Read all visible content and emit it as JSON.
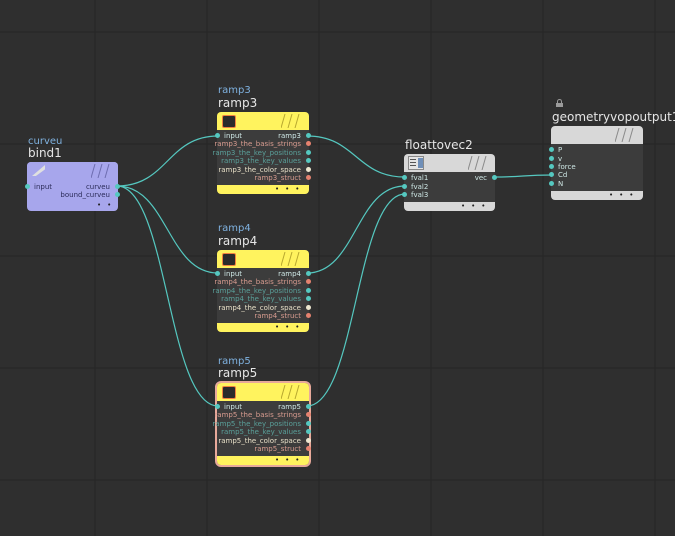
{
  "nodes": {
    "bind1": {
      "type": "curveu",
      "name": "bind1",
      "inputs": [
        "input"
      ],
      "outputs": [
        "curveu",
        "bound_curveu"
      ]
    },
    "ramp3": {
      "type": "ramp3",
      "name": "ramp3",
      "input": "input",
      "outputs": [
        "ramp3",
        "ramp3_the_basis_strings",
        "ramp3_the_key_positions",
        "ramp3_the_key_values",
        "ramp3_the_color_space",
        "ramp3_struct"
      ]
    },
    "ramp4": {
      "type": "ramp4",
      "name": "ramp4",
      "input": "input",
      "outputs": [
        "ramp4",
        "ramp4_the_basis_strings",
        "ramp4_the_key_positions",
        "ramp4_the_key_values",
        "ramp4_the_color_space",
        "ramp4_struct"
      ]
    },
    "ramp5": {
      "type": "ramp5",
      "name": "ramp5",
      "input": "input",
      "outputs": [
        "ramp5",
        "ramp5_the_basis_strings",
        "ramp5_the_key_positions",
        "ramp5_the_key_values",
        "ramp5_the_color_space",
        "ramp5_struct"
      ]
    },
    "floattovec2": {
      "name": "floattovec2",
      "inputs": [
        "fval1",
        "fval2",
        "fval3"
      ],
      "outputs": [
        "vec"
      ]
    },
    "geometryvopoutput1": {
      "name": "geometryvopoutput1",
      "inputs": [
        "P",
        "v",
        "force",
        "Cd",
        "N"
      ]
    }
  },
  "colors": {
    "background": "#2f2f2f",
    "grid": "#262626",
    "wire": "#55c8c0",
    "bind_header": "#a7a6ec",
    "ramp_header": "#fff35e",
    "neutral_header": "#d8d8d8",
    "node_body": "#3c3c3c",
    "selected_outline": "#e8a99a"
  }
}
